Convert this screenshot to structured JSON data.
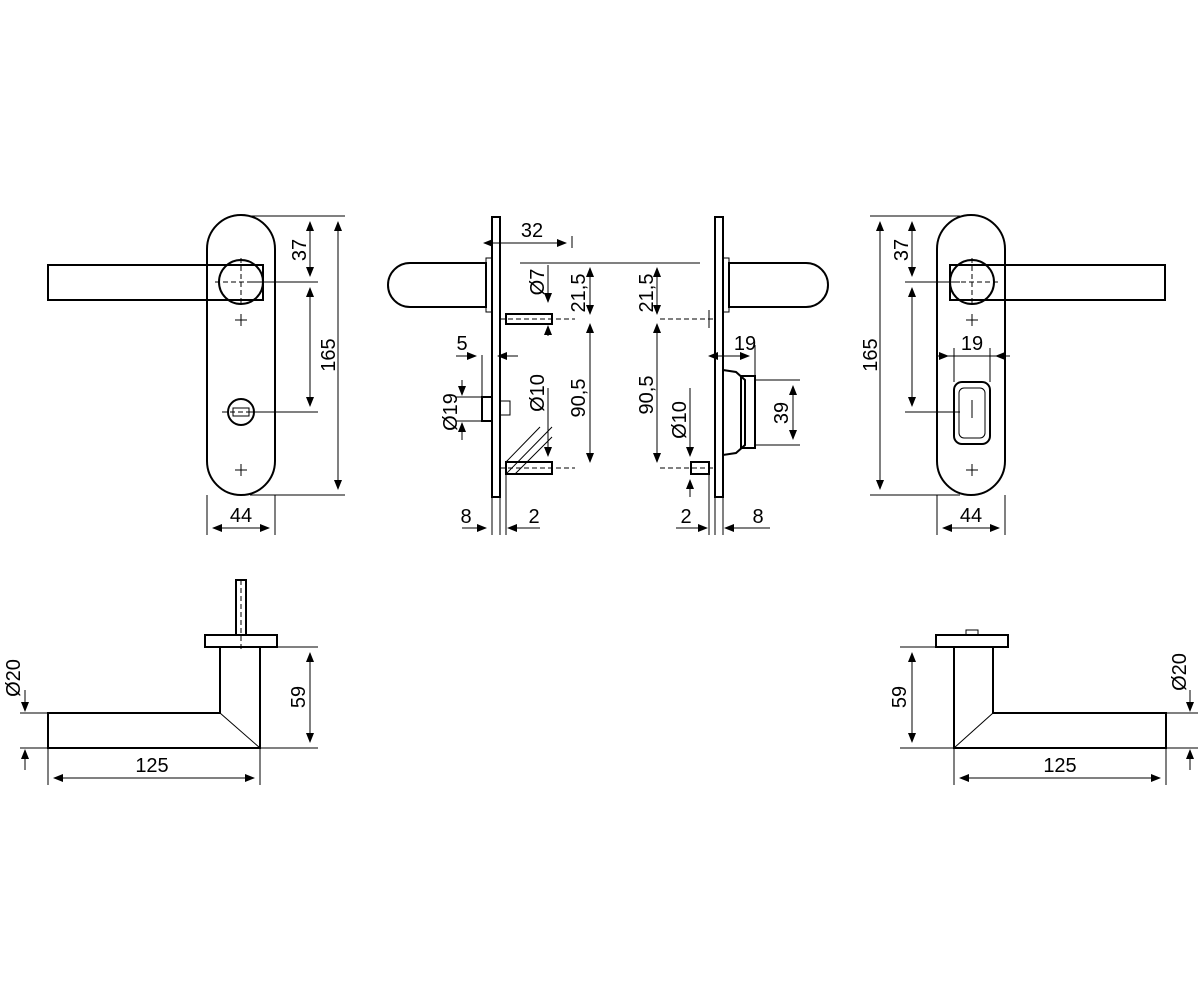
{
  "dimensions": {
    "front_left": {
      "total_height": "165",
      "spindle_to_top": "37",
      "width": "44"
    },
    "side_left": {
      "depth": "32",
      "spindle_dia": "Ø7",
      "spindle_offset": "21,5",
      "stop_offset": "5",
      "knob_dia": "Ø19",
      "bolt_dia": "Ø10",
      "center_distance": "90,5",
      "plate_thickness": "8",
      "gap": "2"
    },
    "side_right": {
      "spindle_offset": "21,5",
      "depth": "19",
      "center_distance": "90,5",
      "bolt_dia": "Ø10",
      "cylinder_height": "39",
      "gap": "2",
      "plate_thickness": "8"
    },
    "front_right": {
      "total_height": "165",
      "spindle_to_top": "37",
      "cylinder_width": "19",
      "width": "44"
    },
    "lever_left": {
      "dia": "Ø20",
      "projection": "59",
      "length": "125"
    },
    "lever_right": {
      "dia": "Ø20",
      "projection": "59",
      "length": "125"
    }
  },
  "colors": {
    "line": "#000000",
    "background": "#ffffff"
  }
}
